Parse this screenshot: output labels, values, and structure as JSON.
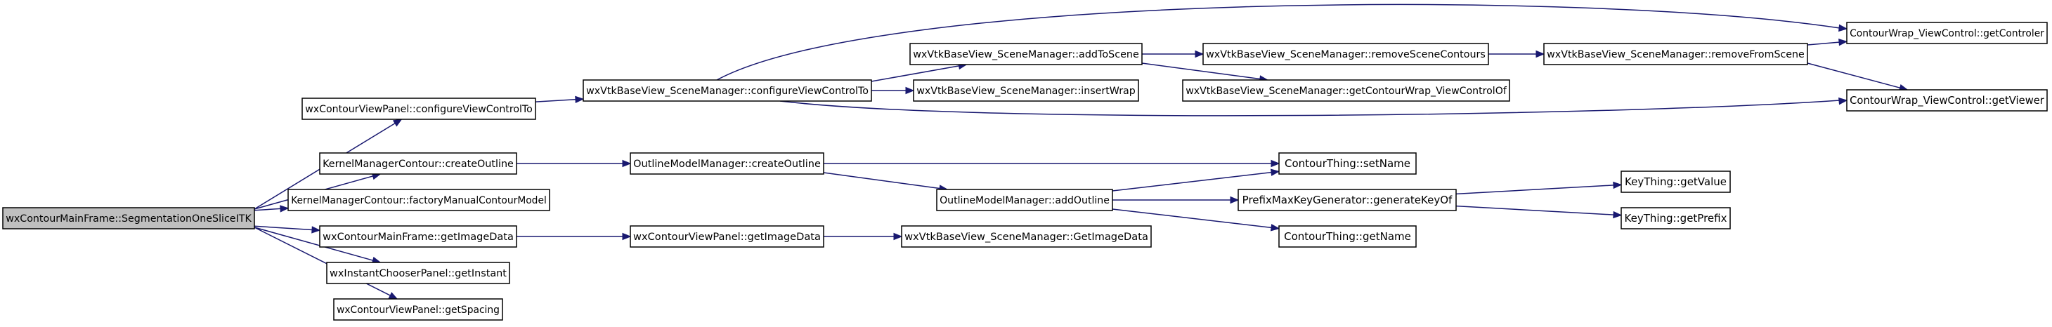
{
  "graph": {
    "nodes": [
      {
        "id": "root",
        "label": "wxContourMainFrame::SegmentationOneSliceITK",
        "root": true
      },
      {
        "id": "n1",
        "label": "wxContourViewPanel::configureViewControlTo"
      },
      {
        "id": "n2",
        "label": "KernelManagerContour::createOutline"
      },
      {
        "id": "n3",
        "label": "KernelManagerContour::factoryManualContourModel"
      },
      {
        "id": "n4",
        "label": "wxContourMainFrame::getImageData"
      },
      {
        "id": "n5",
        "label": "wxInstantChooserPanel::getInstant"
      },
      {
        "id": "n6",
        "label": "wxContourViewPanel::getSpacing"
      },
      {
        "id": "n7",
        "label": "wxVtkBaseView_SceneManager::configureViewControlTo"
      },
      {
        "id": "n8",
        "label": "wxVtkBaseView_SceneManager::addToScene"
      },
      {
        "id": "n9",
        "label": "wxVtkBaseView_SceneManager::insertWrap"
      },
      {
        "id": "n10",
        "label": "wxVtkBaseView_SceneManager::removeSceneContours"
      },
      {
        "id": "n11",
        "label": "wxVtkBaseView_SceneManager::getContourWrap_ViewControlOf"
      },
      {
        "id": "n12",
        "label": "wxVtkBaseView_SceneManager::removeFromScene"
      },
      {
        "id": "n13",
        "label": "ContourWrap_ViewControl::getControler"
      },
      {
        "id": "n14",
        "label": "ContourWrap_ViewControl::getViewer"
      },
      {
        "id": "n15",
        "label": "OutlineModelManager::createOutline"
      },
      {
        "id": "n16",
        "label": "OutlineModelManager::addOutline"
      },
      {
        "id": "n17",
        "label": "ContourThing::setName"
      },
      {
        "id": "n18",
        "label": "PrefixMaxKeyGenerator::generateKeyOf"
      },
      {
        "id": "n19",
        "label": "ContourThing::getName"
      },
      {
        "id": "n20",
        "label": "KeyThing::getValue"
      },
      {
        "id": "n21",
        "label": "KeyThing::getPrefix"
      },
      {
        "id": "n22",
        "label": "wxContourViewPanel::getImageData"
      },
      {
        "id": "n23",
        "label": "wxVtkBaseView_SceneManager::GetImageData"
      }
    ],
    "edges": [
      [
        "root",
        "n1"
      ],
      [
        "root",
        "n2"
      ],
      [
        "root",
        "n3"
      ],
      [
        "root",
        "n4"
      ],
      [
        "root",
        "n5"
      ],
      [
        "root",
        "n6"
      ],
      [
        "n1",
        "n7"
      ],
      [
        "n7",
        "n8"
      ],
      [
        "n7",
        "n9"
      ],
      [
        "n7",
        "n13"
      ],
      [
        "n7",
        "n14"
      ],
      [
        "n8",
        "n10"
      ],
      [
        "n8",
        "n11"
      ],
      [
        "n10",
        "n12"
      ],
      [
        "n12",
        "n13"
      ],
      [
        "n12",
        "n14"
      ],
      [
        "n2",
        "n15"
      ],
      [
        "n15",
        "n17"
      ],
      [
        "n15",
        "n16"
      ],
      [
        "n16",
        "n17"
      ],
      [
        "n16",
        "n18"
      ],
      [
        "n16",
        "n19"
      ],
      [
        "n18",
        "n20"
      ],
      [
        "n18",
        "n21"
      ],
      [
        "n4",
        "n22"
      ],
      [
        "n22",
        "n23"
      ]
    ],
    "colors": {
      "root_fill": "#bfbfbf",
      "node_fill": "#ffffff",
      "node_stroke": "#000000",
      "edge": "#191970"
    }
  }
}
